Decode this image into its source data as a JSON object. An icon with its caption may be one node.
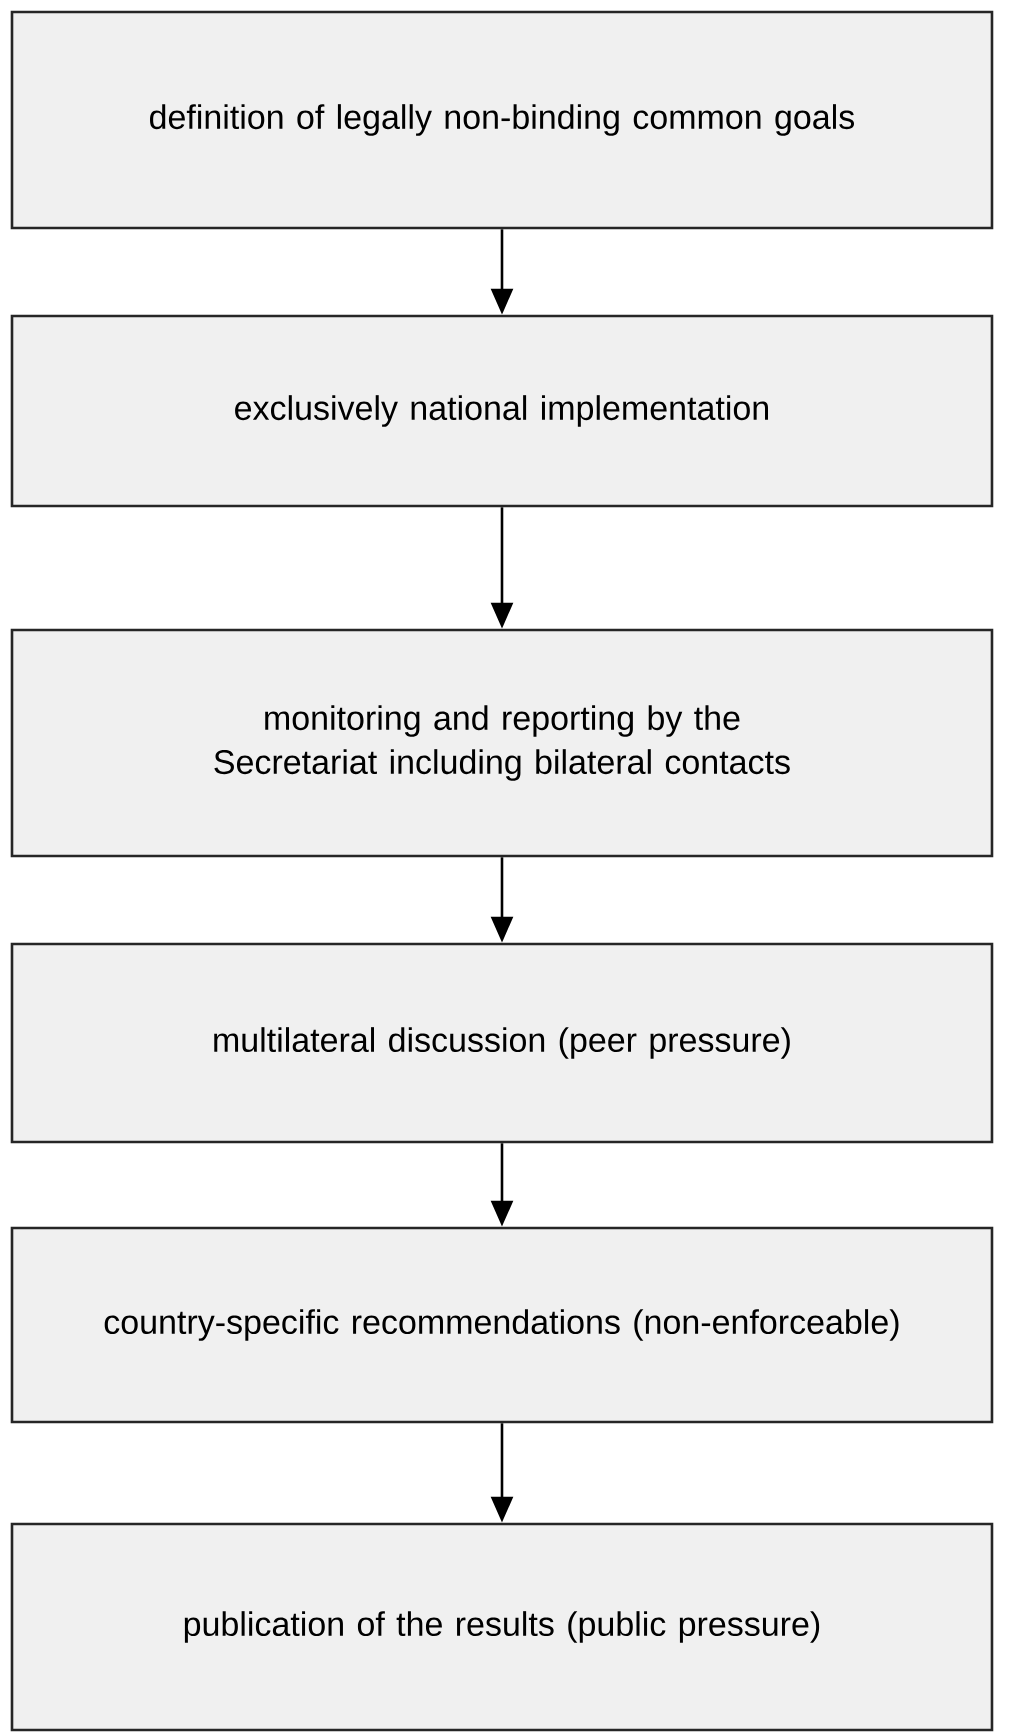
{
  "diagram": {
    "nodes": [
      {
        "text": [
          "definition of legally non-binding common goals"
        ]
      },
      {
        "text": [
          "exclusively national implementation"
        ]
      },
      {
        "text": [
          "monitoring and reporting by the Secretariat including bilateral contacts"
        ]
      },
      {
        "text": [
          "multilateral discussion (peer pressure)"
        ]
      },
      {
        "text": [
          "country-specific recommendations (non-enforceable)"
        ]
      },
      {
        "text": [
          "publication of the results (public pressure)"
        ]
      }
    ],
    "edges": [
      {
        "from": 0,
        "to": 1,
        "arrow": "to"
      },
      {
        "from": 1,
        "to": 2,
        "arrow": "to"
      },
      {
        "from": 2,
        "to": 3,
        "arrow": "to"
      },
      {
        "from": 3,
        "to": 4,
        "arrow": "to"
      },
      {
        "from": 4,
        "to": 5,
        "arrow": "to"
      }
    ]
  }
}
